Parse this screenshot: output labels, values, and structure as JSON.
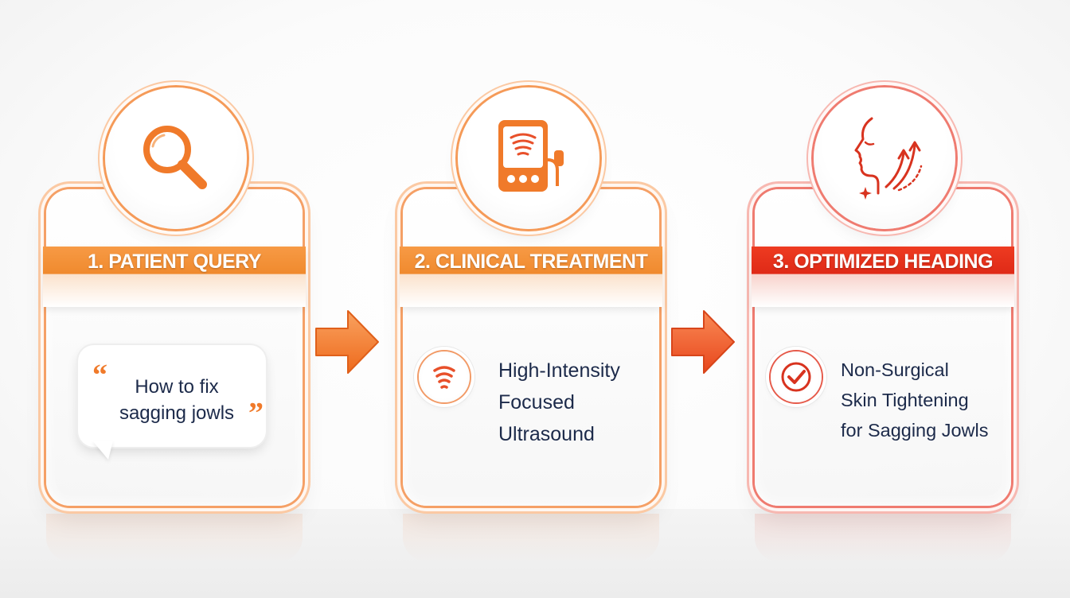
{
  "steps": [
    {
      "title": "1. PATIENT QUERY",
      "icon": "magnifying-glass-icon",
      "text_lines": [
        "How to fix",
        "sagging jowls"
      ],
      "quote_open": "“",
      "quote_close": "”",
      "color": "#f08a2e"
    },
    {
      "title": "2. CLINICAL TREATMENT",
      "icon": "ultrasound-device-icon",
      "badge_icon": "ultrasound-waves-icon",
      "text_lines": [
        "High-Intensity",
        "Focused",
        "Ultrasound"
      ],
      "color": "#f08a2e"
    },
    {
      "title": "3. OPTIMIZED HEADING",
      "icon": "face-lift-icon",
      "badge_icon": "checkmark-icon",
      "text_lines": [
        "Non-Surgical",
        "Skin Tightening",
        "for Sagging Jowls"
      ],
      "color": "#e0301b"
    }
  ],
  "arrows": [
    "right-arrow-icon",
    "right-arrow-icon"
  ]
}
